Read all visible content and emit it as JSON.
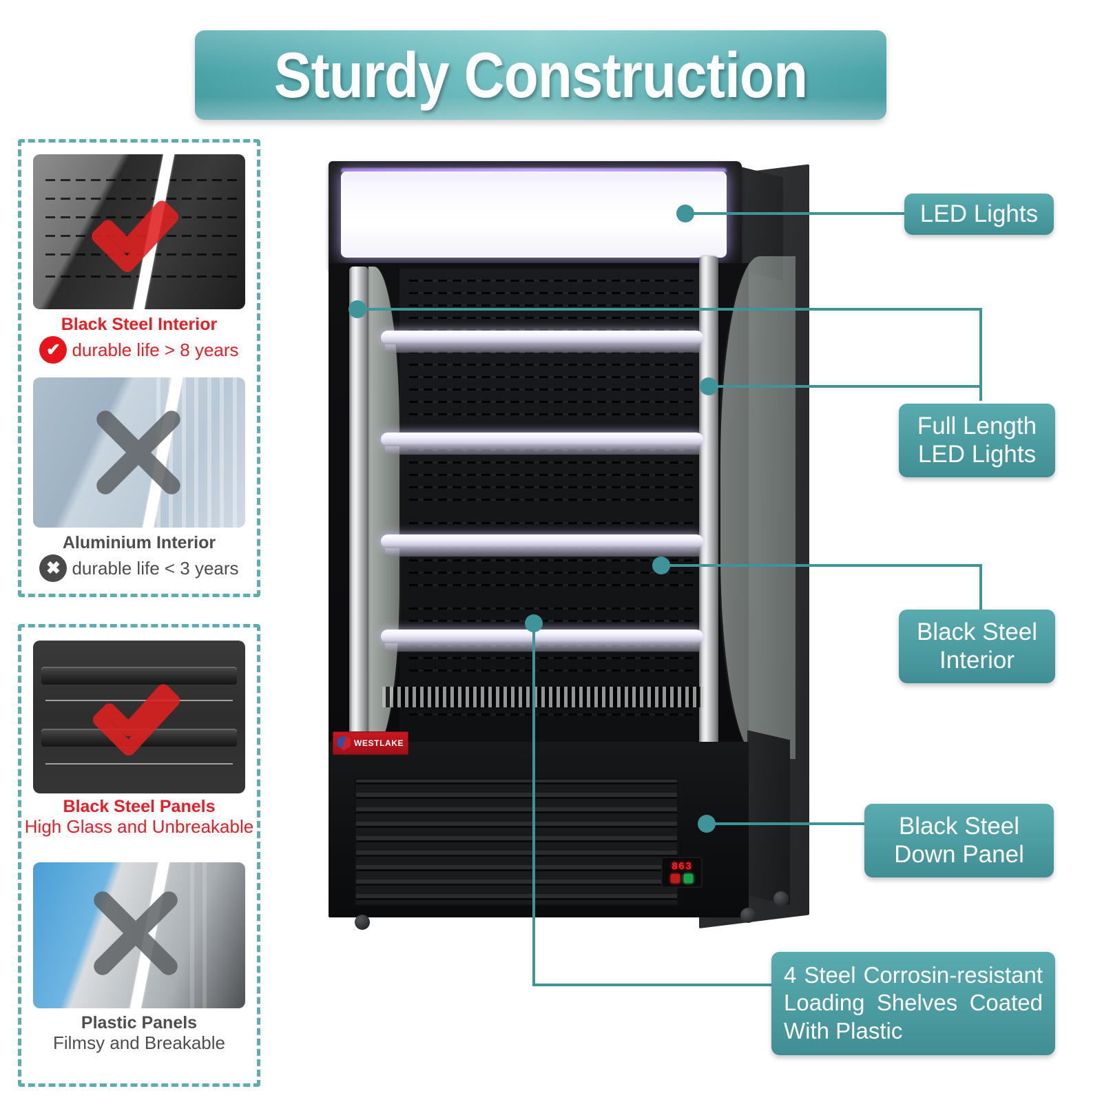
{
  "header": {
    "title": "Sturdy Construction"
  },
  "comparison": {
    "groups": [
      {
        "name": "interior-materials",
        "items": [
          {
            "photo_name": "black-steel-interior-photo",
            "mark": "check",
            "title": "Black Steel Interior",
            "subtitle": "durable life > 8 years",
            "badge": "✔",
            "color": "#ec1c24"
          },
          {
            "photo_name": "aluminium-interior-photo",
            "mark": "cross",
            "title": "Aluminium Interior",
            "subtitle": "durable life < 3 years",
            "badge": "✖",
            "color": "#4d4d4d"
          }
        ]
      },
      {
        "name": "panel-materials",
        "items": [
          {
            "photo_name": "black-steel-panels-photo",
            "mark": "check",
            "title": "Black Steel Panels",
            "subtitle": "High Glass and Unbreakable",
            "badge": "✔",
            "color": "#ec1c24"
          },
          {
            "photo_name": "plastic-panels-photo",
            "mark": "cross",
            "title": "Plastic Panels",
            "subtitle": "Filmsy and Breakable",
            "badge": "✖",
            "color": "#4d4d4d"
          }
        ]
      }
    ]
  },
  "product": {
    "brand_label": "WESTLAKE",
    "controller_display": "863",
    "callouts": [
      {
        "id": "led-lights",
        "label": "LED Lights"
      },
      {
        "id": "full-length-led-lights",
        "label": "Full Length\nLED Lights",
        "line1": "Full Length",
        "line2": "LED Lights"
      },
      {
        "id": "black-steel-interior",
        "label": "Black Steel\nInterior",
        "line1": "Black Steel",
        "line2": "Interior"
      },
      {
        "id": "black-steel-down-panel",
        "label": "Black Steel\nDown Panel",
        "line1": "Black Steel",
        "line2": "Down Panel"
      },
      {
        "id": "loading-shelves",
        "label": "4 Steel Corrosin-resistant Loading Shelves Coated With Plastic"
      }
    ]
  },
  "colors": {
    "teal": "#4b9ca1",
    "teal_light": "#79c5c7",
    "dashed_border": "#5aaeb2",
    "red": "#ec1c24",
    "grey": "#4d4d4d"
  }
}
